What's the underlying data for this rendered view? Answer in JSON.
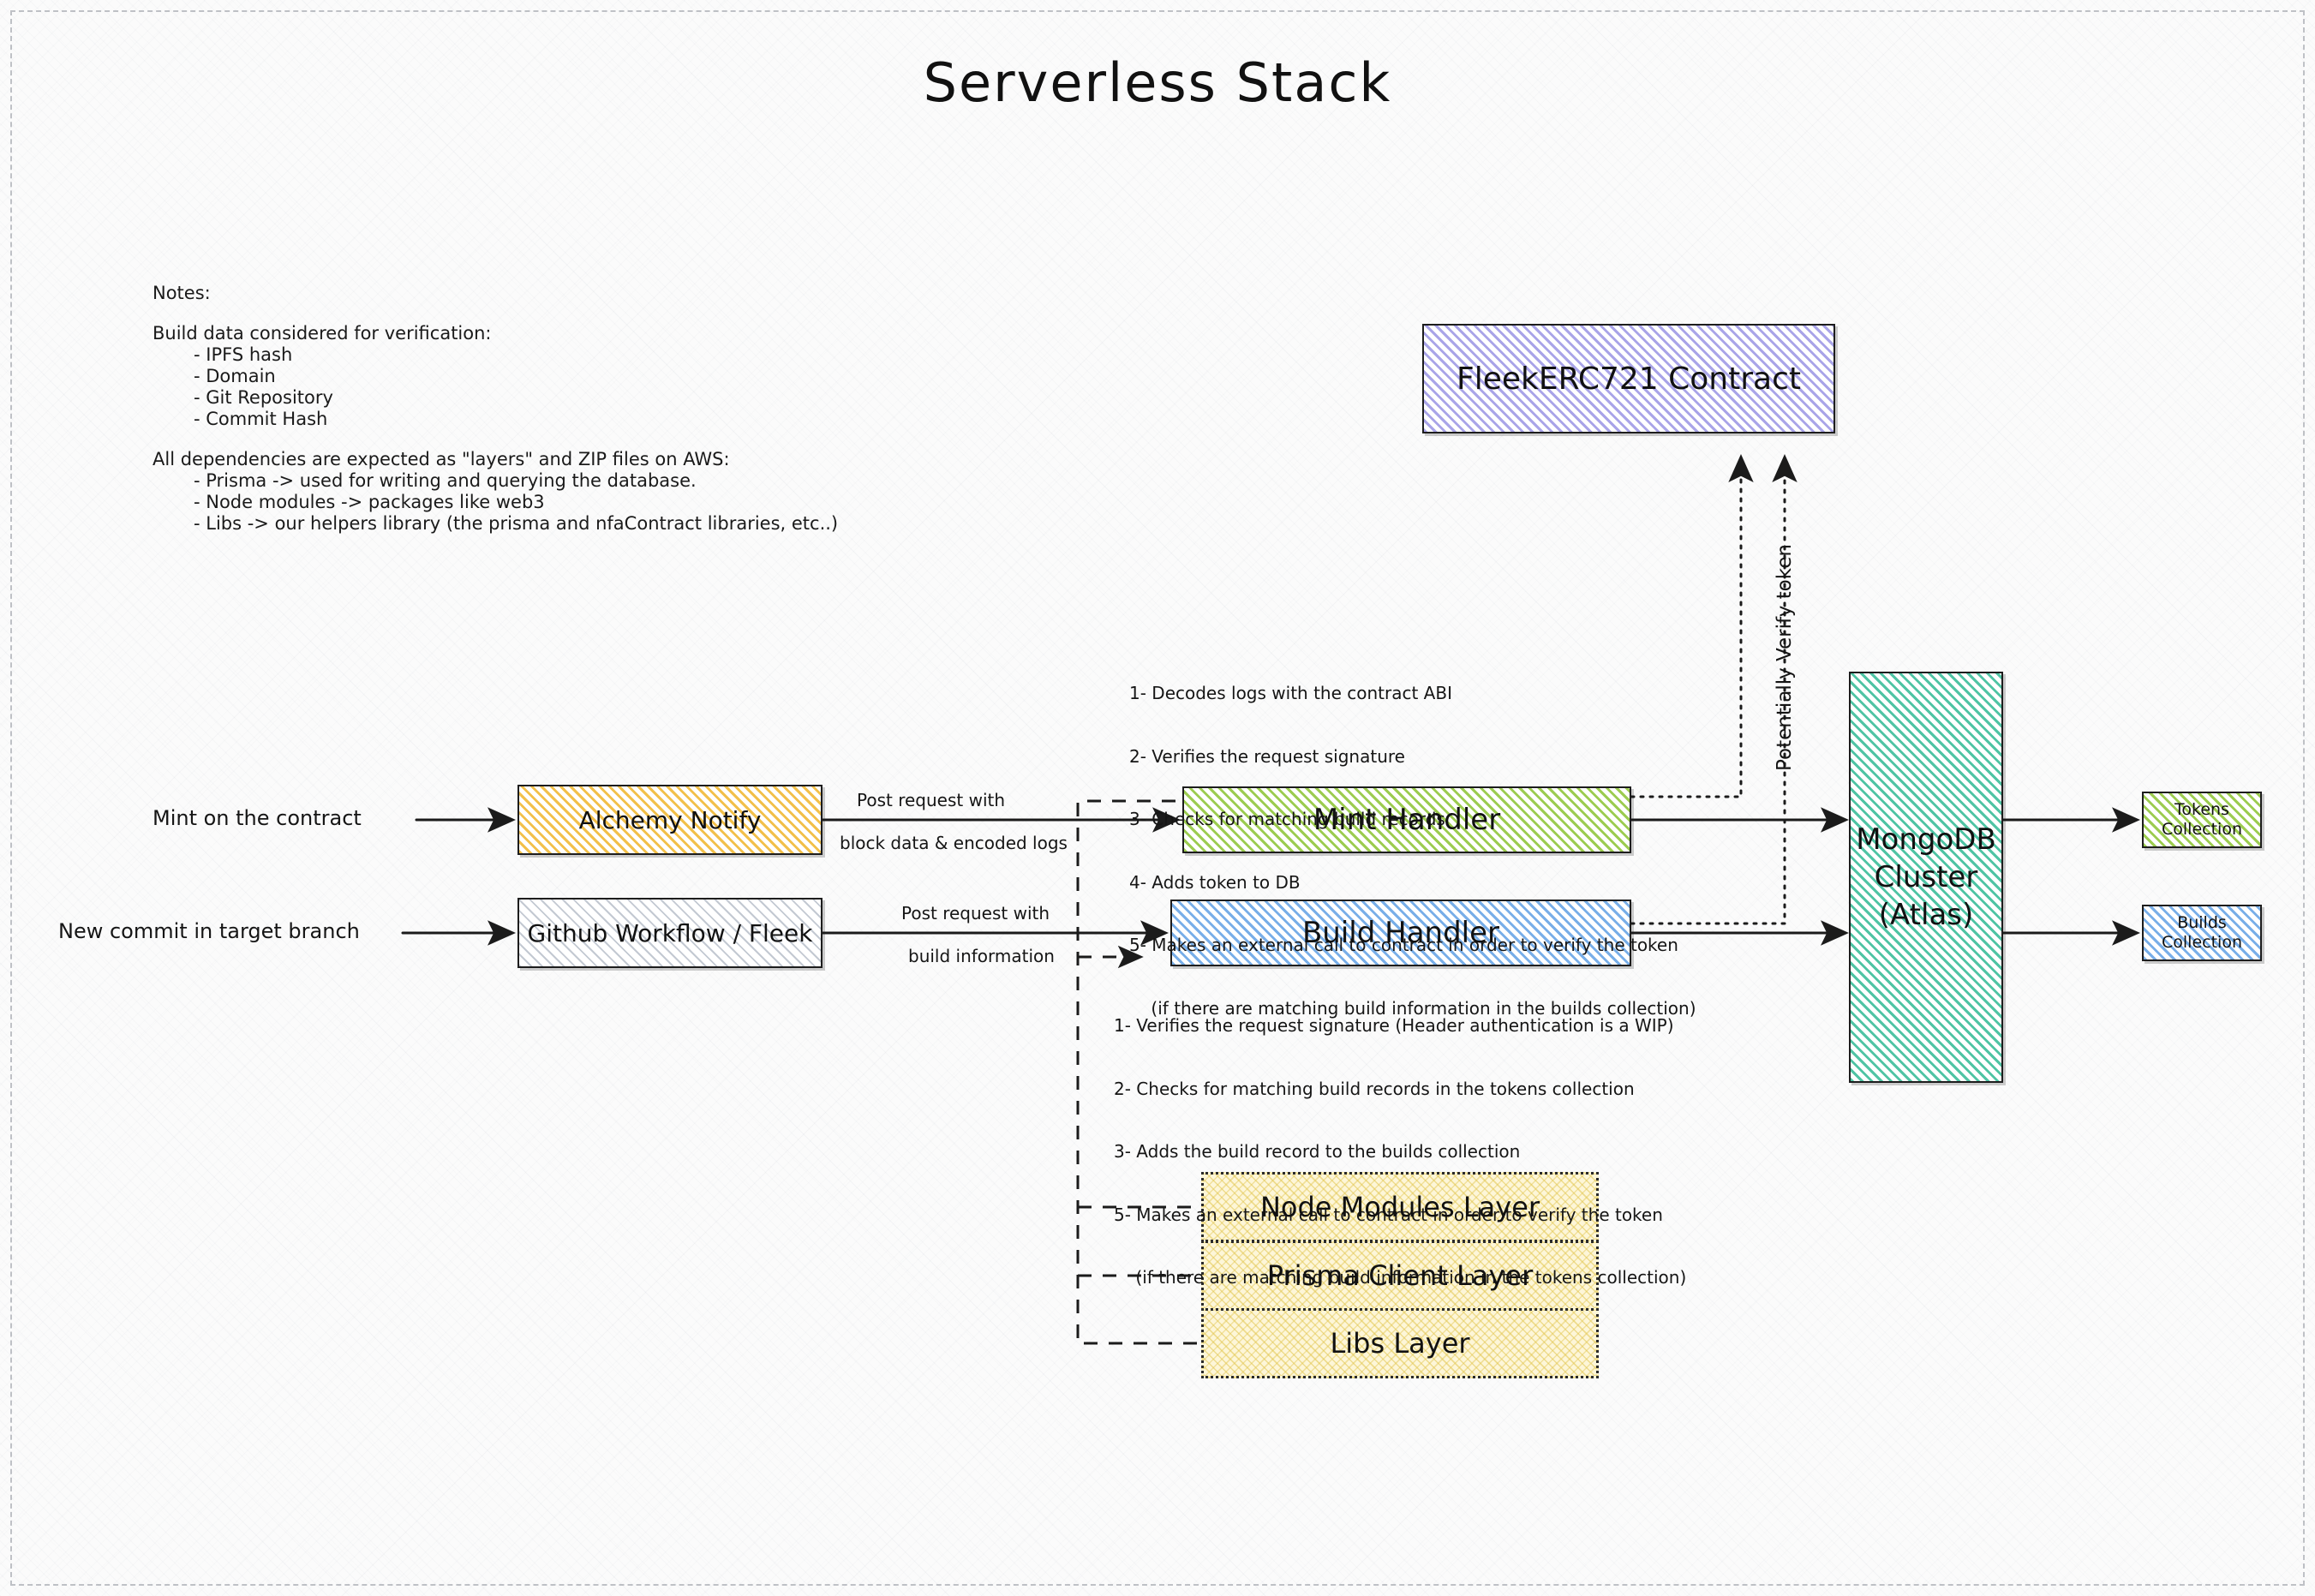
{
  "page": {
    "title": "Serverless Stack"
  },
  "notes": {
    "heading": "Notes:",
    "section1_title": "Build data considered for verification:",
    "section1_items": [
      "- IPFS hash",
      "- Domain",
      "- Git Repository",
      "- Commit Hash"
    ],
    "section2_title": "All dependencies are expected as \"layers\" and ZIP files on AWS:",
    "section2_items": [
      "- Prisma -> used for writing and querying the database.",
      "- Node modules -> packages like web3",
      "- Libs -> our helpers library (the prisma and nfaContract libraries, etc..)"
    ]
  },
  "nodes": {
    "contract": {
      "label": "FleekERC721 Contract",
      "color": "#a9a4e8"
    },
    "alchemy_notify": {
      "label": "Alchemy Notify",
      "color": "#f2c04a"
    },
    "github_workflow": {
      "label": "Github Workflow / Fleek",
      "color": "#c3c9d2"
    },
    "mint_handler": {
      "label": "Mint Handler",
      "color": "#9ccc50"
    },
    "build_handler": {
      "label": "Build Handler",
      "color": "#78aee8"
    },
    "mongodb": {
      "label": "MongoDB\nCluster\n(Atlas)",
      "color": "#4fc4a4"
    },
    "tokens_collection": {
      "label": "Tokens\nCollection",
      "color": "#9ccc50"
    },
    "builds_collection": {
      "label": "Builds\nCollection",
      "color": "#78aee8"
    },
    "node_modules_layer": {
      "label": "Node Modules Layer",
      "color": "#fdf6d8"
    },
    "prisma_client_layer": {
      "label": "Prisma Client Layer",
      "color": "#fdf6d8"
    },
    "libs_layer": {
      "label": "Libs Layer",
      "color": "#fdf6d8"
    }
  },
  "triggers": {
    "mint": "Mint on the contract",
    "commit": "New commit in target branch"
  },
  "edges": {
    "alchemy_to_mint_l1": "Post request with",
    "alchemy_to_mint_l2": "block data & encoded logs",
    "github_to_build_l1": "Post request with",
    "github_to_build_l2": "build information",
    "verify_token": "Potentially Verify token"
  },
  "mint_handler_steps": [
    "1- Decodes logs with the contract ABI",
    "2- Verifies the request signature",
    "3- Checks for matching build records",
    "4- Adds token to DB",
    "5- Makes an external call to contract in order to verify the token",
    "    (if there are matching build information in the builds collection)"
  ],
  "build_handler_steps": [
    "1- Verifies the request signature (Header authentication is a WIP)",
    "2- Checks for matching build records in the tokens collection",
    "3- Adds the build record to the builds collection",
    "5- Makes an external call to contract in order to verify the token",
    "    (if there are matching build information in the tokens collection)"
  ]
}
